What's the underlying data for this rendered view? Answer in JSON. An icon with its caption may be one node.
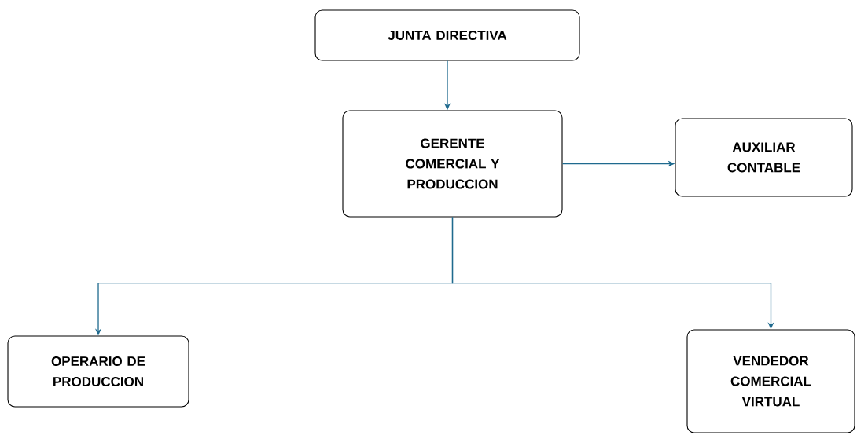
{
  "diagram": {
    "nodes": [
      {
        "text": [
          "JUNTA DIRECTIVA"
        ]
      },
      {
        "text": [
          "GERENTE COMERCIAL Y PRODUCCION"
        ]
      },
      {
        "text": [
          "AUXILIAR CONTABLE"
        ]
      },
      {
        "text": [
          "OPERARIO DE PRODUCCION"
        ]
      },
      {
        "text": [
          "VENDEDOR COMERCIAL VIRTUAL"
        ]
      }
    ],
    "edges": [
      {
        "from": 0,
        "to": 1,
        "arrow": "to"
      },
      {
        "from": 1,
        "to": 2,
        "arrow": "to"
      },
      {
        "from": 1,
        "to": 3,
        "arrow": "to"
      },
      {
        "from": 1,
        "to": 4,
        "arrow": "to"
      }
    ]
  }
}
